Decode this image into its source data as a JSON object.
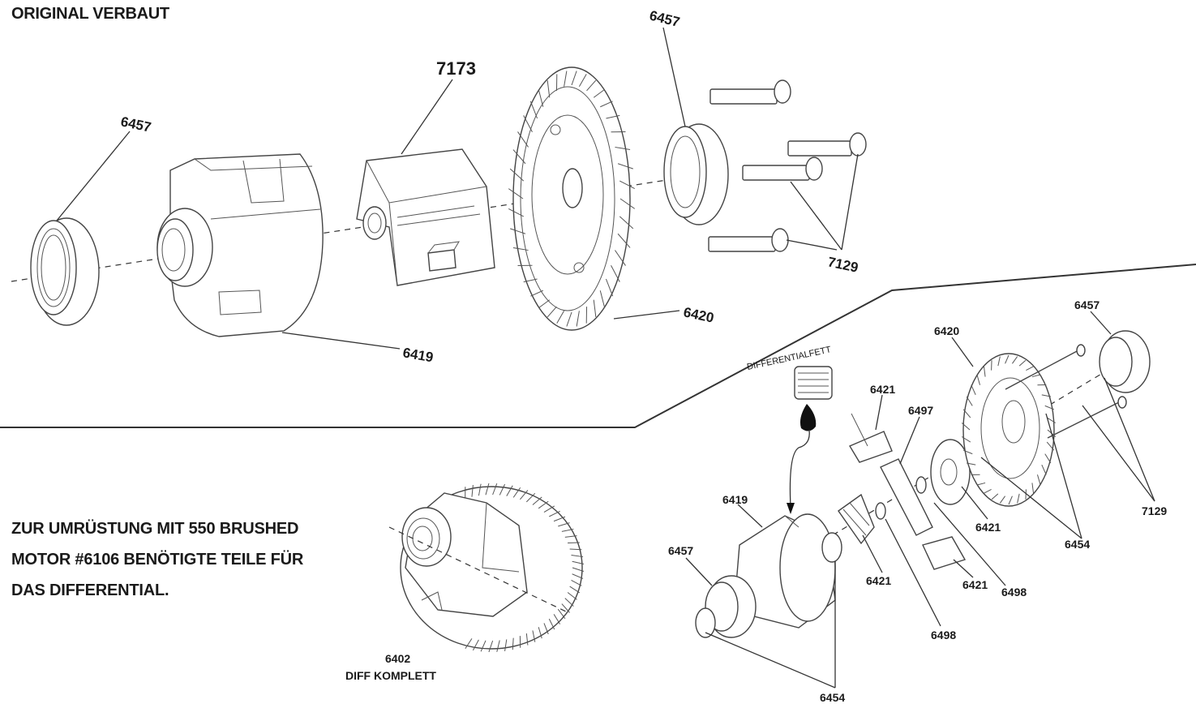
{
  "section_title": "ORIGINAL VERBAUT",
  "intro_lines": [
    "ZUR UMRÜSTUNG MIT 550 BRUSHED",
    "MOTOR #6106 BENÖTIGTE TEILE FÜR",
    "DAS DIFFERENTIAL."
  ],
  "parts_top": {
    "bearing_left": "6457",
    "diff_housing": "6419",
    "diff_spool": "7173",
    "ring_gear": "6420",
    "bearing_right": "6457",
    "screws": "7129"
  },
  "complete_diff": {
    "number": "6402",
    "caption": "DIFF KOMPLETT"
  },
  "parts_exploded": {
    "grease": "DIFFERENTIALFETT",
    "spider_top": "6421",
    "cross_pin": "6497",
    "ring_gear": "6420",
    "bearing_top": "6457",
    "screws": "7129",
    "housing": "6419",
    "bearing_bottom": "6457",
    "spider_left": "6421",
    "spider_right_a": "6421",
    "spider_right_b": "6421",
    "washer_a": "6498",
    "washer_b": "6498",
    "shim_right": "6454",
    "shim_bottom": "6454"
  }
}
